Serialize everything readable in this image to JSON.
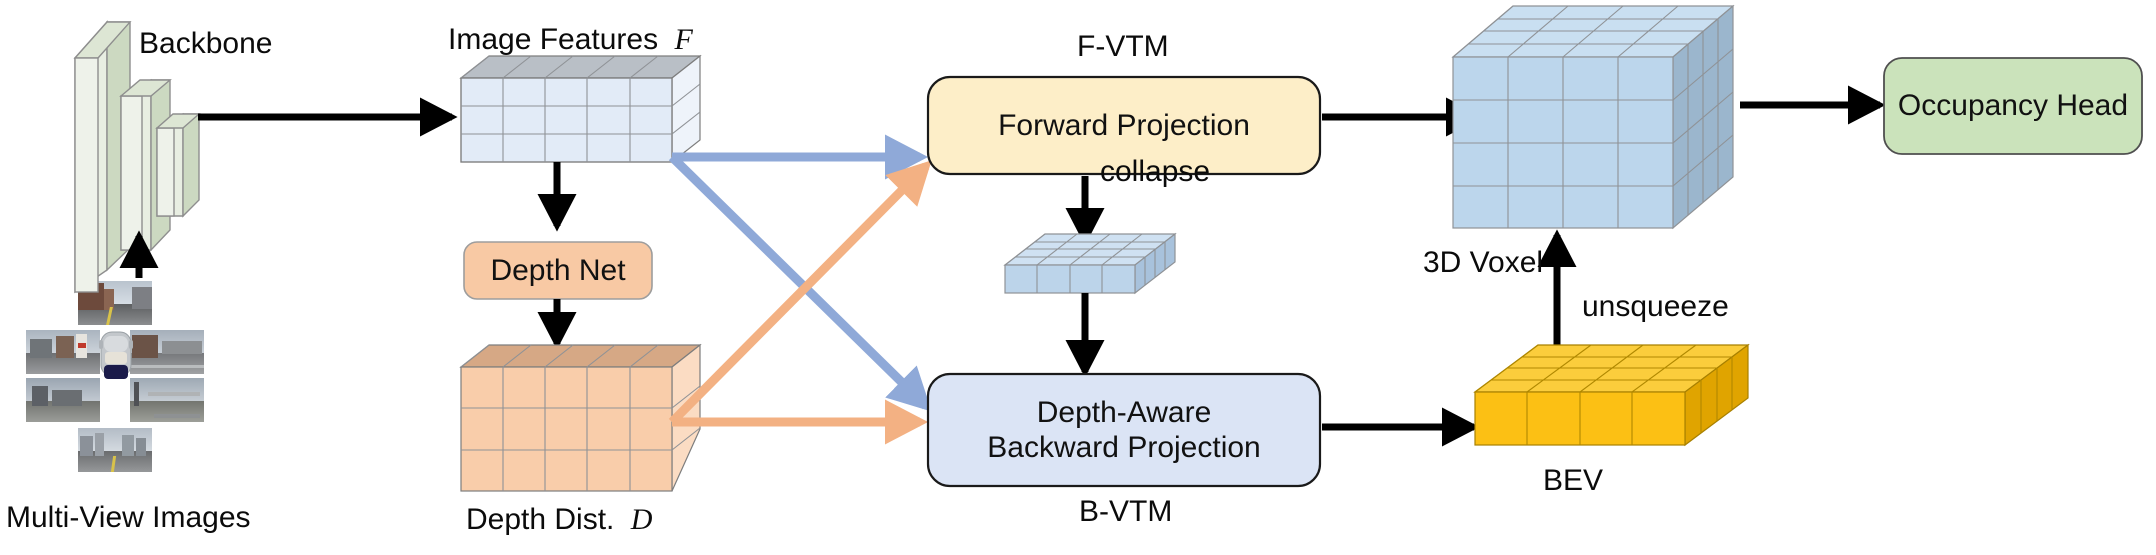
{
  "figure": {
    "type": "architecture-diagram",
    "title": "Hybrid view transformation occupancy network pipeline"
  },
  "labels": {
    "multi_view_images": "Multi-View Images",
    "backbone": "Backbone",
    "image_features": "Image Features",
    "image_features_symbol": "F",
    "depth_dist": "Depth Dist.",
    "depth_dist_symbol": "D",
    "f_vtm": "F-VTM",
    "b_vtm": "B-VTM",
    "collapse": "collapse",
    "unsqueeze": "unsqueeze",
    "voxel_3d": "3D Voxel",
    "bev": "BEV"
  },
  "blocks": {
    "depth_net": {
      "label": "Depth Net",
      "fill": "#f8c9a4",
      "stroke": "#9d9d9d"
    },
    "forward_projection": {
      "label": "Forward Projection",
      "fill": "#fdeec8",
      "stroke": "#1a1a1a"
    },
    "backward_projection": {
      "label_line1": "Depth-Aware",
      "label_line2": "Backward Projection",
      "fill": "#dbe4f5",
      "stroke": "#1a1a1a"
    },
    "occupancy_head": {
      "label": "Occupancy Head",
      "fill": "#cbe3bb",
      "stroke": "#4f4f4f"
    }
  },
  "tensors": {
    "image_features": {
      "fill": "#e2ebf7",
      "top_fill": "#b9bfc6",
      "side_fill": "#eef3fa",
      "cols": 5,
      "rows": 3
    },
    "depth_dist": {
      "fill": "#f9cdaa",
      "top_fill": "#d6a885",
      "side_fill": "#fbdcc3",
      "cols": 5,
      "rows": 3
    },
    "collapsed_bev": {
      "fill": "#bcd4ea",
      "top_fill": "#cfe1f2",
      "side_fill": "#a8c2dc",
      "cols": 4,
      "rows": 4
    },
    "voxel_3d": {
      "fill": "#bcd6ec",
      "top_fill": "#c9dff1",
      "side_fill": "#9bb6cd",
      "cols": 4,
      "rows": 4,
      "depth": 4
    },
    "bev": {
      "fill": "#fcc014",
      "top_fill": "#fbcd3c",
      "side_fill": "#e0a400",
      "cols": 4,
      "rows": 4
    }
  },
  "backbone_slabs": {
    "fill": "#e3ebdc",
    "side_fill": "#ccd9c1",
    "stroke": "#8e8e8e",
    "count": 3
  },
  "arrows": {
    "black": "#000000",
    "feature_blue": "#8fa9d8",
    "depth_orange": "#f3b183"
  },
  "connections": [
    {
      "name": "images-to-backbone",
      "color": "black",
      "kind": "solid-arrow"
    },
    {
      "name": "backbone-to-image-features",
      "color": "black",
      "kind": "solid-arrow"
    },
    {
      "name": "image-features-to-depth-net",
      "color": "black",
      "kind": "solid-arrow"
    },
    {
      "name": "depth-net-to-depth-dist",
      "color": "black",
      "kind": "solid-arrow"
    },
    {
      "name": "features-to-forward-projection",
      "color": "feature_blue",
      "kind": "thick-arrow"
    },
    {
      "name": "features-to-backward-projection",
      "color": "feature_blue",
      "kind": "thick-arrow"
    },
    {
      "name": "depth-to-forward-projection",
      "color": "depth_orange",
      "kind": "thick-arrow"
    },
    {
      "name": "depth-to-backward-projection",
      "color": "depth_orange",
      "kind": "thick-arrow"
    },
    {
      "name": "forward-projection-to-voxel",
      "color": "black",
      "kind": "solid-arrow"
    },
    {
      "name": "forward-projection-collapse",
      "color": "black",
      "kind": "solid-arrow"
    },
    {
      "name": "collapsed-to-backward-projection",
      "color": "black",
      "kind": "solid-arrow"
    },
    {
      "name": "backward-projection-to-bev",
      "color": "black",
      "kind": "solid-arrow"
    },
    {
      "name": "bev-unsqueeze-to-voxel",
      "color": "black",
      "kind": "solid-arrow"
    },
    {
      "name": "voxel-to-occupancy-head",
      "color": "black",
      "kind": "solid-arrow"
    }
  ],
  "camera_views": [
    {
      "name": "front",
      "position": "top-center"
    },
    {
      "name": "front-left",
      "position": "middle-left"
    },
    {
      "name": "front-right",
      "position": "middle-right"
    },
    {
      "name": "back-left",
      "position": "lower-left"
    },
    {
      "name": "back-right",
      "position": "lower-right"
    },
    {
      "name": "back",
      "position": "bottom-center"
    },
    {
      "name": "ego-vehicle",
      "position": "center"
    }
  ]
}
